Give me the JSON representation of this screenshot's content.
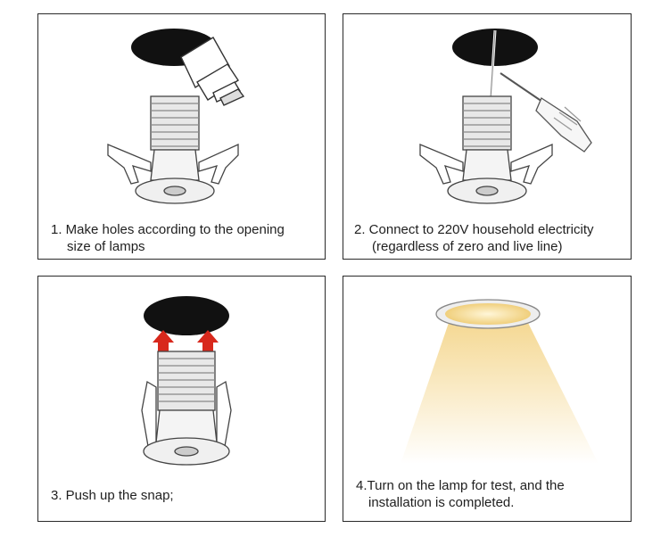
{
  "steps": [
    {
      "line1": "1. Make holes according to the opening",
      "line2": "size of lamps"
    },
    {
      "line1": "2. Connect to 220V household electricity",
      "line2": "(regardless of zero and live line)"
    },
    {
      "line1": "3. Push up the snap;",
      "line2": ""
    },
    {
      "line1": "4.Turn on the lamp for test, and the",
      "line2": "installation is completed."
    }
  ],
  "colors": {
    "border": "#2a2a2a",
    "hole": "#111111",
    "arrow": "#d8281c",
    "light": "#f4d58a"
  }
}
